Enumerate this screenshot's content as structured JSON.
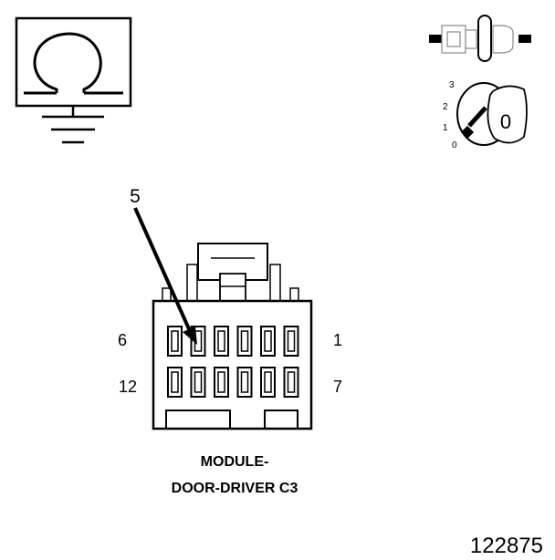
{
  "meter": {
    "symbol": "Ω"
  },
  "ignition": {
    "positions": [
      "0",
      "1",
      "2",
      "3"
    ],
    "key_position": "0"
  },
  "connector": {
    "callout_pin": "5",
    "pin_labels": {
      "top_left": "6",
      "top_right": "1",
      "bottom_left": "12",
      "bottom_right": "7"
    },
    "name_line1": "MODULE-",
    "name_line2": "DOOR-DRIVER C3"
  },
  "figure_number": "122875"
}
